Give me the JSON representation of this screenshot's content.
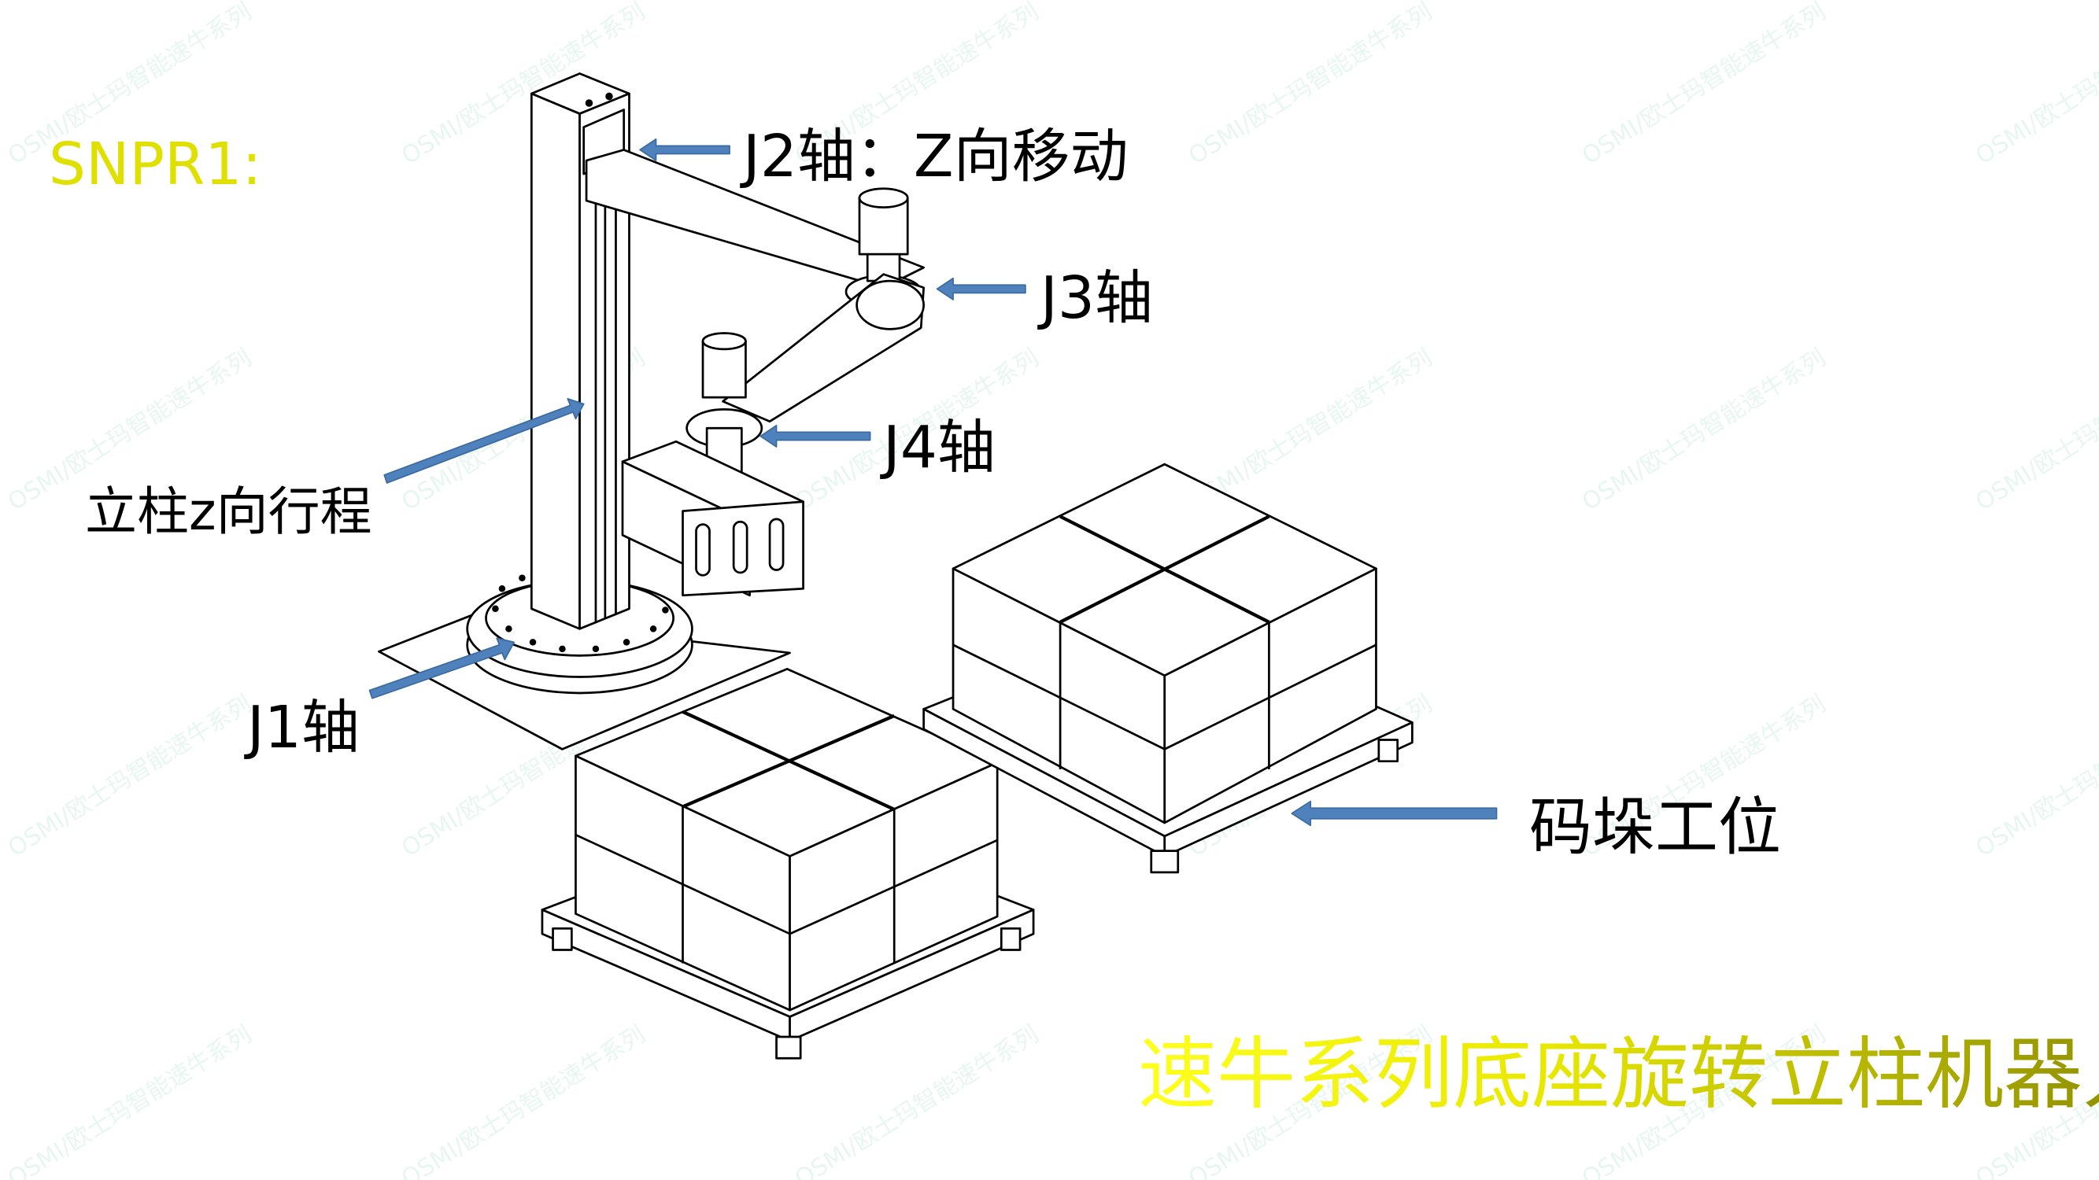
{
  "model_label": "SNPR1:",
  "labels": {
    "j2": "J2轴：Z向移动",
    "j3": "J3轴",
    "j4": "J4轴",
    "column_stroke": "立柱z向行程",
    "j1": "J1轴",
    "palletizing_station": "码垛工位"
  },
  "title": "速牛系列底座旋转立柱机器人",
  "watermark": "OSMI/欧士玛智能速牛系列",
  "colors": {
    "arrow": "#4f81bd",
    "model_label": "#e0e000",
    "title_start": "#ffff20",
    "title_end": "#8a8a00"
  }
}
